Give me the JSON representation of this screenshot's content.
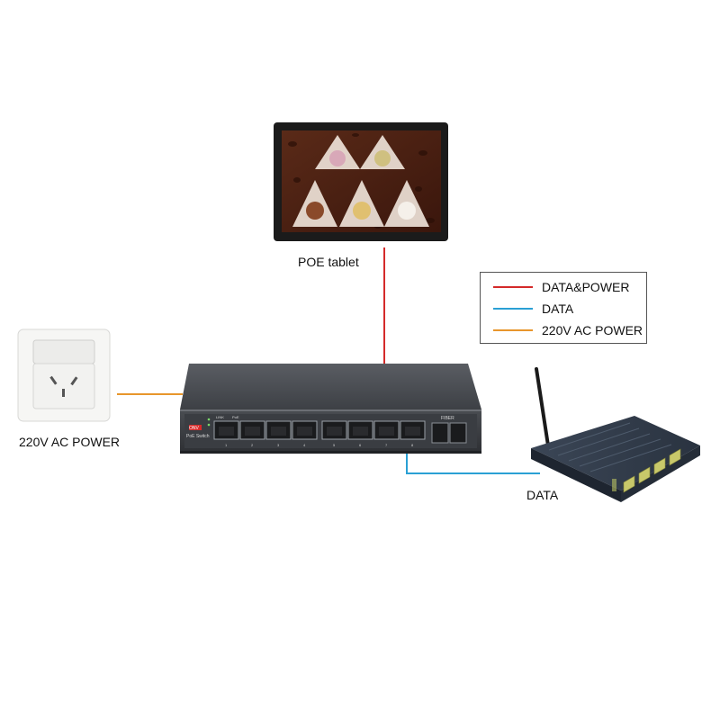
{
  "labels": {
    "tablet": "POE tablet",
    "outlet": "220V AC POWER",
    "router": "DATA"
  },
  "legend": [
    {
      "text": "DATA&POWER",
      "color": "#d42a2a"
    },
    {
      "text": "DATA",
      "color": "#2aa0d4"
    },
    {
      "text": "220V AC POWER",
      "color": "#e8962c"
    }
  ],
  "switch": {
    "brand": "ONV",
    "model": "PoE Switch",
    "port_header_link": "LINK",
    "port_header_poe": "PoE",
    "fiber_label": "FIBER",
    "port_numbers": [
      "1",
      "2",
      "3",
      "4",
      "5",
      "6",
      "7",
      "8"
    ]
  },
  "colors": {
    "data_power": "#d42a2a",
    "data": "#2aa0d4",
    "ac_power": "#e8962c"
  }
}
